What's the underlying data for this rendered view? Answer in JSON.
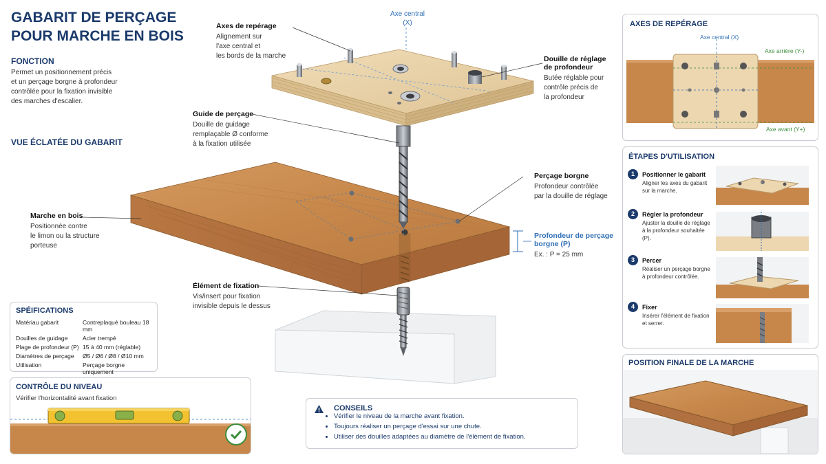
{
  "title": {
    "line1": "GABARIT DE PERÇAGE",
    "line2": "POUR MARCHE EN BOIS"
  },
  "fonction": {
    "heading": "FONCTION",
    "lines": [
      "Permet un positionnement précis",
      "et un perçage borgne à profondeur",
      "contrôlée pour la fixation invisible",
      "des marches d'escalier."
    ]
  },
  "exploded_heading": "VUE ÉCLATÉE DU GABARIT",
  "axe_central_top": {
    "line1": "Axe central",
    "line2": "(X)"
  },
  "callouts": {
    "axes": {
      "title": "Axes de repérage",
      "lines": [
        "Alignement sur",
        "l'axe central et",
        "les bords de la marche"
      ]
    },
    "douille": {
      "title1": "Douille de réglage",
      "title2": "de profondeur",
      "lines": [
        "Butée réglable pour",
        "contrôle précis de",
        "la profondeur"
      ]
    },
    "guide": {
      "title": "Guide de perçage",
      "lines": [
        "Douille de guidage",
        "remplaçable Ø conforme",
        "à la fixation utilisée"
      ]
    },
    "percage": {
      "title": "Perçage borgne",
      "lines": [
        "Profondeur contrôlée",
        "par la douille de réglage"
      ]
    },
    "marche": {
      "title": "Marche en bois",
      "lines": [
        "Positionnée contre",
        "le limon ou la structure",
        "porteuse"
      ]
    },
    "profondeur": {
      "title1": "Profondeur de perçage",
      "title2": "borgne (P)",
      "example": "Ex. : P = 25 mm"
    },
    "element": {
      "title": "Élément de fixation",
      "lines": [
        "Vis/insert pour fixation",
        "invisible depuis le dessus"
      ]
    }
  },
  "specs": {
    "heading": "SPÉIFICATIONS",
    "rows": [
      {
        "k": "Matériau gabarit",
        "v": "Contreplaqué bouleau 18 mm"
      },
      {
        "k": "Douilles de guidage",
        "v": "Acier trempé"
      },
      {
        "k": "Plage de profondeur (P)",
        "v": "15 à 40 mm (réglable)"
      },
      {
        "k": "Diamètres de perçage",
        "v": "Ø5 / Ø6 / Ø8 / Ø10 mm"
      },
      {
        "k": "Utilisation",
        "v": "Perçage borgne uniquement"
      }
    ]
  },
  "niveau": {
    "heading": "CONTRÔLE DU NIVEAU",
    "text": "Vérifier l'horizontalité avant fixation"
  },
  "conseils": {
    "heading": "CONSEILS",
    "items": [
      "Vérifier le niveau de la marche avant fixation.",
      "Toujours réaliser un perçage d'essai sur une chute.",
      "Utiliser des douilles adaptées au diamètre de l'élément de fixation."
    ]
  },
  "axes_panel": {
    "heading": "AXES DE REPÉRAGE",
    "central": "Axe central (X)",
    "arriere": "Axe arrière (Y-)",
    "avant": "Axe avant (Y+)"
  },
  "etapes": {
    "heading": "ÉTAPES D'UTILISATION",
    "steps": [
      {
        "n": "1",
        "title": "Positionner le gabarit",
        "text": "Aligner les axes du gabarit sur la marche."
      },
      {
        "n": "2",
        "title": "Régler la profondeur",
        "text": "Ajuster la douille de réglage à la profondeur souhaitée (P)."
      },
      {
        "n": "3",
        "title": "Percer",
        "text": "Réaliser un perçage borgne à profondeur contrôlée."
      },
      {
        "n": "4",
        "title": "Fixer",
        "text": "Insérer l'élément de fixation et serrer."
      }
    ]
  },
  "final": {
    "heading": "POSITION FINALE DE LA MARCHE"
  },
  "colors": {
    "navy": "#1b3a6b",
    "blue": "#2f6fb5",
    "green": "#3a8d3a",
    "wood": "#c98a4f",
    "plywood": "#e6cfa6"
  }
}
